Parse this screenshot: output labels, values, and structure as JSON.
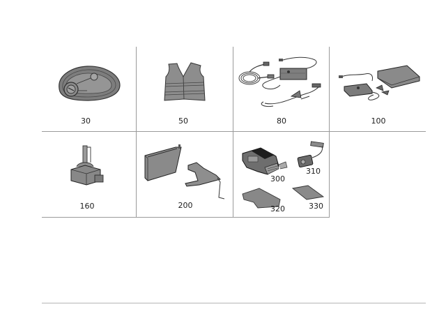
{
  "page": {
    "type": "parts-illustration-grid",
    "grid": {
      "rows": [
        {
          "cells": [
            {
              "id": "cell-30",
              "item": "tow-rope",
              "label": "30"
            },
            {
              "id": "cell-50",
              "item": "safety-vest",
              "label": "50"
            },
            {
              "id": "cell-80",
              "item": "battery-charger-kit",
              "label": "80"
            },
            {
              "id": "cell-100",
              "item": "charger-with-case",
              "label": "100"
            }
          ]
        },
        {
          "cells": [
            {
              "id": "cell-160",
              "item": "xenon-bulb",
              "label": "160"
            },
            {
              "id": "cell-200",
              "item": "jack-and-case",
              "label": "200"
            },
            {
              "id": "cell-300",
              "item": "multi-part-kit",
              "labels": {
                "a": "300",
                "b": "310",
                "c": "320",
                "d": "330"
              }
            }
          ]
        }
      ]
    },
    "colors": {
      "grid_line": "#9a9a9a",
      "illustration_fill": "#8a8a8a",
      "illustration_stroke": "#3a3a3a",
      "rule": "#b5b5b5"
    }
  }
}
